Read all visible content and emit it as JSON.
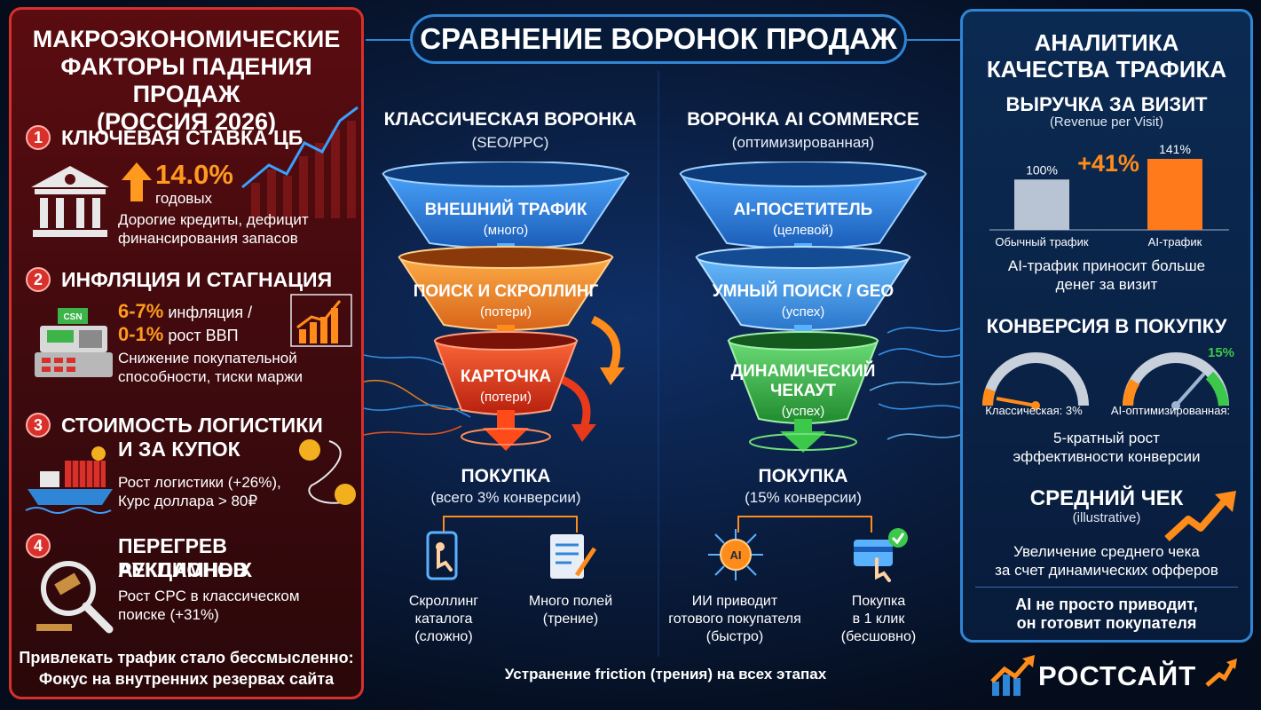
{
  "colors": {
    "red": "#d8302a",
    "blue": "#2f86d6",
    "orange": "#ff8c1a",
    "green": "#3cc84a",
    "bg": "#071226"
  },
  "left": {
    "title_lines": [
      "МАКРОЭКОНОМИЧЕСКИЕ",
      "ФАКТОРЫ ПАДЕНИЯ ПРОДАЖ",
      "(РОССИЯ 2026)"
    ],
    "items": [
      {
        "num": "1",
        "title": "КЛЮЧЕВАЯ СТАВКА ЦБ",
        "value": "14.0%",
        "value_sub": "годовых",
        "desc1": "Дорогие кредиты, дефицит",
        "desc2": "финансирования запасов",
        "icon": "bank-icon"
      },
      {
        "num": "2",
        "title": "ИНФЛЯЦИЯ И СТАГНАЦИЯ",
        "v1": "6-7%",
        "v1_text": " инфляция /",
        "v2": "0-1%",
        "v2_text": " рост ВВП",
        "desc1": "Снижение покупательной",
        "desc2": "способности, тиски маржи",
        "icon": "cash-register-icon",
        "register_label": "CSN"
      },
      {
        "num": "3",
        "title1": "СТОИМОСТЬ ЛОГИСТИКИ",
        "title2": "И ЗА КУПОК",
        "desc1": "Рост логистики (+26%),",
        "desc2": "Курс доллара > 80₽",
        "icon": "cargo-ship-icon"
      },
      {
        "num": "4",
        "title1": "ПЕРЕГРЕВ РЕКЛАМНЫХ",
        "title2": "АУКЦИОНОВ",
        "desc1": "Рост CPC в классическом",
        "desc2": "поиске (+31%)",
        "icon": "auction-gavel-icon"
      }
    ],
    "footer1": "Привлекать трафик стало бессмысленно:",
    "footer2": "Фокус на внутренних резервах сайта"
  },
  "center": {
    "title": "СРАВНЕНИЕ ВОРОНОК ПРОДАЖ",
    "classic": {
      "head": "КЛАССИЧЕСКАЯ ВОРОНКА",
      "sub": "(SEO/PPC)",
      "stages": [
        {
          "label": "ВНЕШНИЙ ТРАФИК",
          "sub": "(много)"
        },
        {
          "label": "ПОИСК И СКРОЛЛИНГ",
          "sub": "(потери)"
        },
        {
          "label": "КАРТОЧКА",
          "sub": "(потери)"
        }
      ],
      "result": "ПОКУПКА",
      "result_sub": "(всего 3% конверсии)",
      "icons": [
        {
          "l1": "Скроллинг",
          "l2": "каталога",
          "l3": "(сложно)"
        },
        {
          "l1": "Много полей",
          "l2": "(трение)"
        }
      ]
    },
    "ai": {
      "head": "ВОРОНКА AI COMMERCE",
      "sub": "(оптимизированная)",
      "stages": [
        {
          "label": "AI-ПОСЕТИТЕЛЬ",
          "sub": "(целевой)"
        },
        {
          "label": "УМНЫЙ ПОИСК / GEO",
          "sub": "(успех)"
        },
        {
          "label1": "ДИНАМИЧЕСКИЙ",
          "label2": "ЧЕКАУТ",
          "sub": "(успех)"
        }
      ],
      "result": "ПОКУПКА",
      "result_sub": "(15% конверсии)",
      "icons": [
        {
          "l1": "ИИ приводит",
          "l2": "готового покупателя",
          "l3": "(быстро)",
          "chip": "AI"
        },
        {
          "l1": "Покупка",
          "l2": "в 1 клик",
          "l3": "(бесшовно)"
        }
      ]
    },
    "footer": "Устранение friction (трения) на всех этапах"
  },
  "right": {
    "title1": "АНАЛИТИКА",
    "title2": "КАЧЕСТВА ТРАФИКА",
    "rpv_head": "ВЫРУЧКА ЗА ВИЗИТ",
    "rpv_sub": "(Revenue per Visit)",
    "chart_data": {
      "type": "bar",
      "categories": [
        "Обычный трафик",
        "AI-трафик"
      ],
      "values": [
        100,
        141
      ],
      "value_labels": [
        "100%",
        "141%"
      ],
      "ylim": [
        0,
        141
      ],
      "annotation": "+41%"
    },
    "rpv_desc1": "AI-трафик приносит больше",
    "rpv_desc2": "денег за визит",
    "conv_head": "КОНВЕРСИЯ В ПОКУПКУ",
    "gauges": [
      {
        "label": "Классическая: 3%",
        "value": 3
      },
      {
        "label": "AI-оптимизированная:",
        "value": 15,
        "value_label": "15%"
      }
    ],
    "conv_desc1": "5-кратный рост",
    "conv_desc2": "эффективности конверсии",
    "aov_head": "СРЕДНИЙ ЧЕК",
    "aov_sub": "(illustrative)",
    "aov_desc1": "Увеличение среднего чека",
    "aov_desc2": "за счет динамических офферов",
    "final1": "AI не просто приводит,",
    "final2": "он готовит покупателя"
  },
  "brand": {
    "name": "РОСТСАЙТ"
  }
}
